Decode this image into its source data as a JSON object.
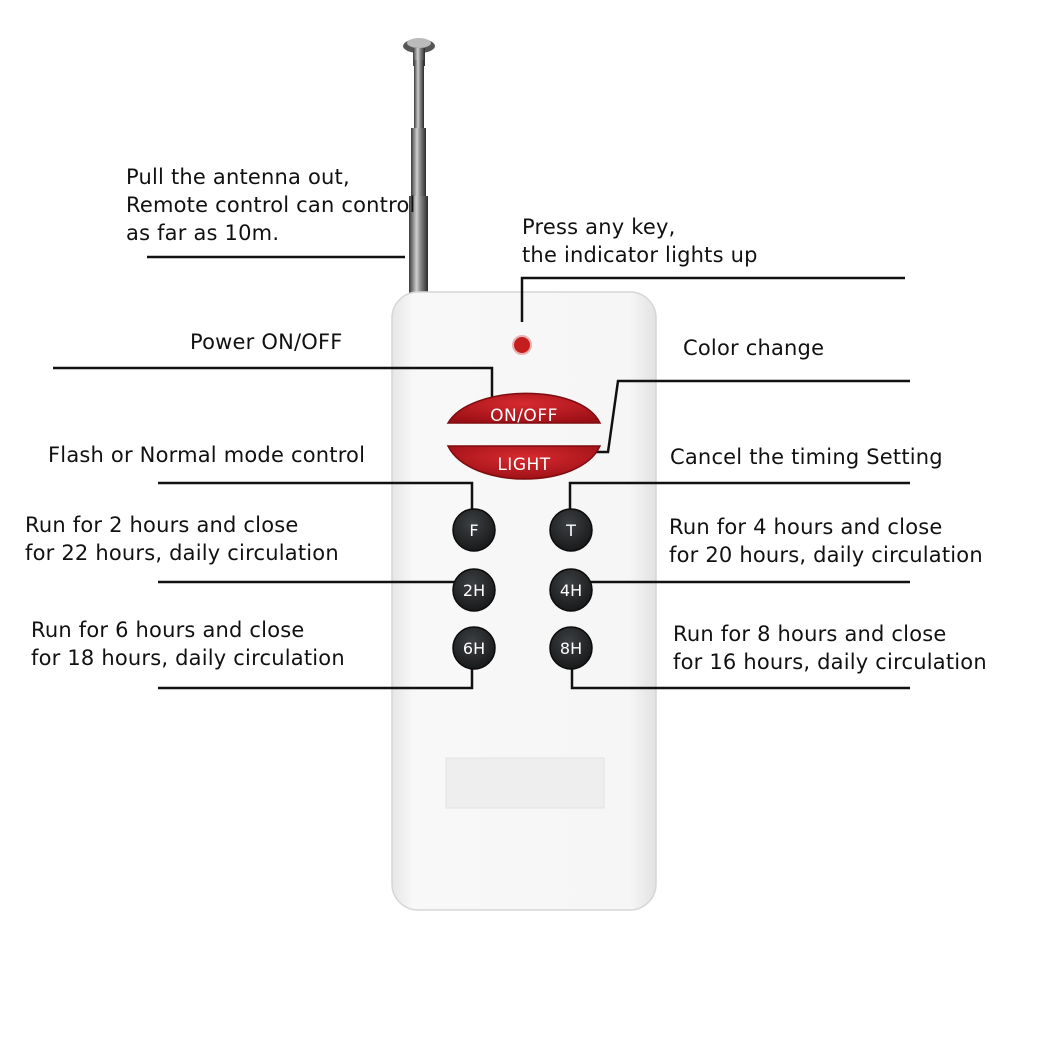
{
  "colors": {
    "body": "#f7f7f7",
    "red_button": "#b3141b",
    "black_button": "#232527",
    "indicator": "#c41e1e",
    "leader_line": "#111111"
  },
  "icons": {
    "antenna": "telescopic-antenna-icon",
    "indicator": "indicator-led-icon"
  },
  "remote": {
    "buttons": {
      "on_off": "ON/OFF",
      "light": "LIGHT",
      "f": "F",
      "t": "T",
      "h2": "2H",
      "h4": "4H",
      "h6": "6H",
      "h8": "8H"
    }
  },
  "annotations": {
    "antenna": [
      "Pull the antenna out,",
      "Remote control can control",
      "as far as 10m."
    ],
    "indicator": [
      "Press any key,",
      "the indicator lights up"
    ],
    "power": [
      "Power ON/OFF"
    ],
    "color": [
      "Color change"
    ],
    "flash": [
      "Flash or Normal mode control"
    ],
    "cancel": [
      "Cancel the timing Setting"
    ],
    "h2": [
      "Run for 2 hours and close",
      "for 22 hours, daily circulation"
    ],
    "h4": [
      "Run for 4 hours and close",
      "for 20 hours, daily circulation"
    ],
    "h6": [
      "Run for 6 hours and close",
      "for 18 hours, daily circulation"
    ],
    "h8": [
      "Run for 8 hours and close",
      "for 16 hours, daily circulation"
    ]
  }
}
